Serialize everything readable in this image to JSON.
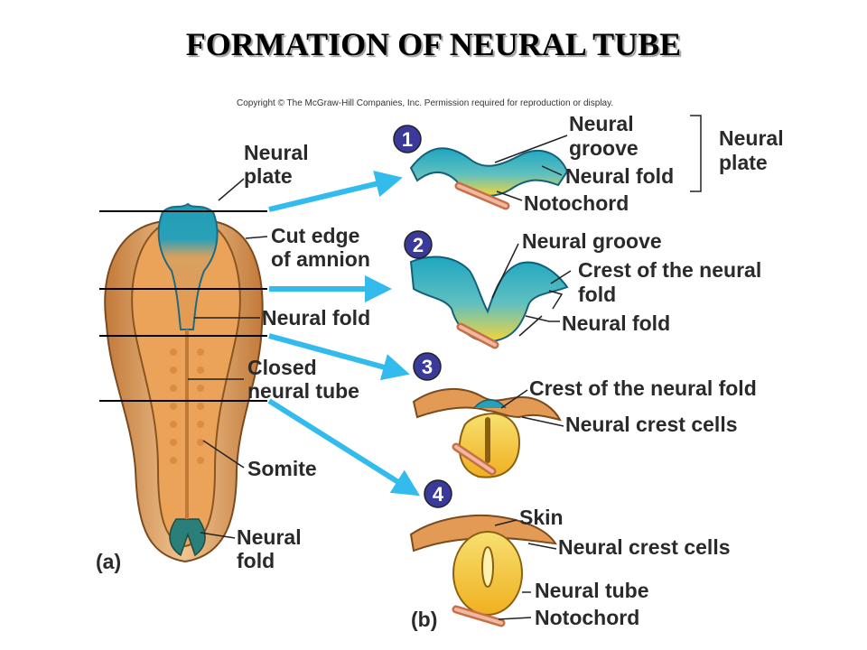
{
  "title": "FORMATION OF NEURAL TUBE",
  "copyright": "Copyright © The McGraw-Hill Companies, Inc. Permission required for reproduction or display.",
  "panel_a": {
    "label": "(a)",
    "labels": {
      "neural_plate_1": "Neural",
      "neural_plate_2": "plate",
      "cut_edge_1": "Cut edge",
      "cut_edge_2": "of amnion",
      "neural_fold": "Neural fold",
      "closed_1": "Closed",
      "closed_2": "neural tube",
      "somite": "Somite",
      "neural_fold_b1": "Neural",
      "neural_fold_b2": "fold"
    }
  },
  "panel_b": {
    "label": "(b)",
    "steps": [
      {
        "number": "1",
        "labels": {
          "groove_1": "Neural",
          "groove_2": "groove",
          "fold": "Neural fold",
          "notochord": "Notochord",
          "plate_1": "Neural",
          "plate_2": "plate"
        }
      },
      {
        "number": "2",
        "labels": {
          "groove": "Neural groove",
          "crest_1": "Crest of the neural",
          "crest_2": "fold",
          "fold": "Neural fold"
        }
      },
      {
        "number": "3",
        "labels": {
          "crest": "Crest of the neural fold",
          "crest_cells": "Neural crest cells"
        }
      },
      {
        "number": "4",
        "labels": {
          "skin": "Skin",
          "crest_cells": "Neural crest cells",
          "tube": "Neural tube",
          "notochord": "Notochord"
        }
      }
    ]
  },
  "colors": {
    "arrow": "#33bbee",
    "neural_plate": "#2aa0b8",
    "tissue_orange": "#e8a050",
    "yellow": "#f5d040",
    "badge": "#3a3a9a"
  }
}
